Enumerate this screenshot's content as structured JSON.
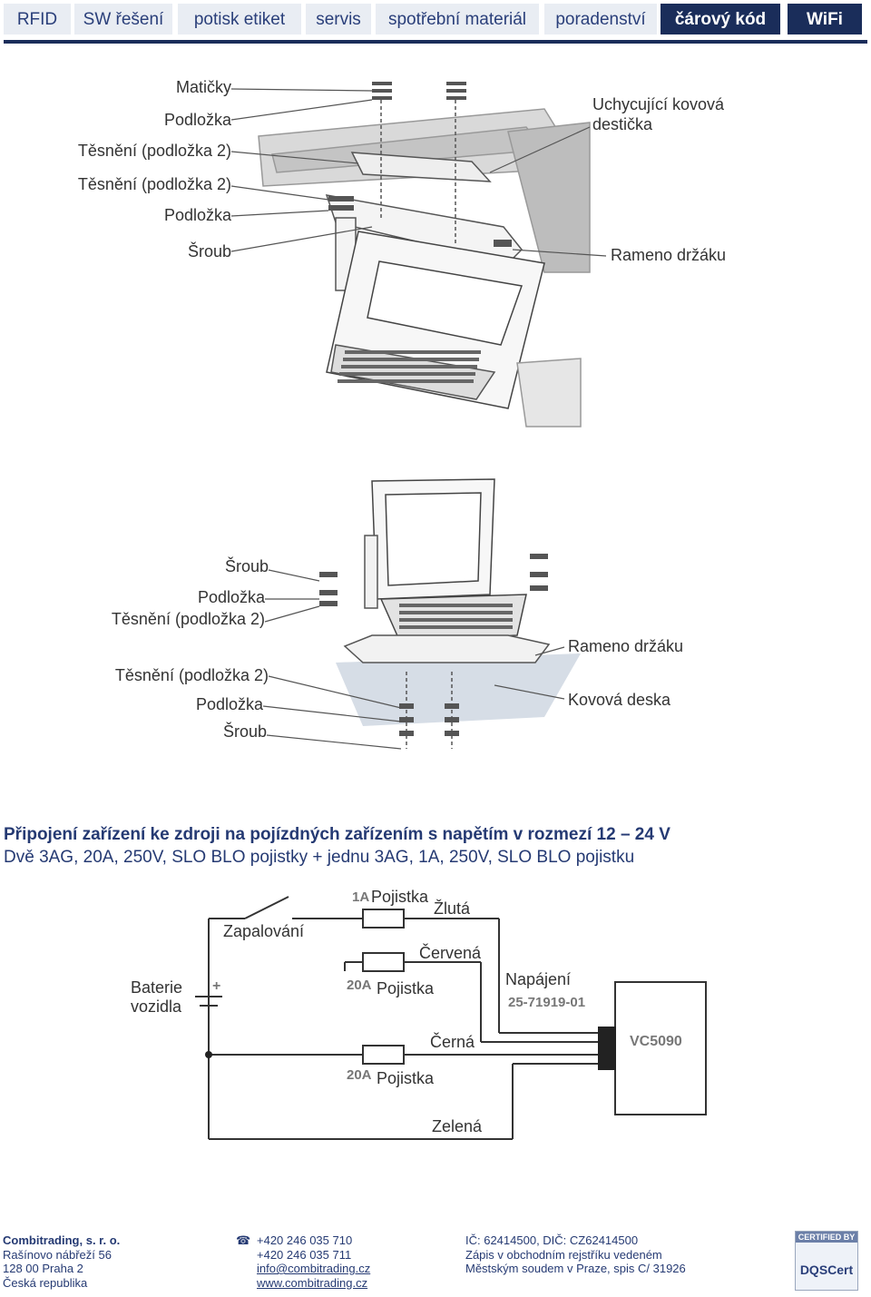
{
  "nav": {
    "tabs": [
      "RFID",
      "SW řešení",
      "potisk etiket",
      "servis",
      "spotřební materiál",
      "poradenství",
      "čárový kód",
      "WiFi"
    ],
    "active": "čárový kód"
  },
  "figure1": {
    "left_labels": [
      "Matičky",
      "Podložka",
      "Těsnění (podložka 2)",
      "Těsnění (podložka 2)",
      "Podložka",
      "Šroub"
    ],
    "right_labels": [
      "Uchycující kovová",
      "destička",
      "Rameno držáku"
    ]
  },
  "figure2": {
    "left_labels": [
      "Šroub",
      "Podložka",
      "Těsnění (podložka 2)",
      "Těsnění (podložka 2)",
      "Podložka",
      "Šroub"
    ],
    "right_labels": [
      "Rameno držáku",
      "Kovová deska"
    ]
  },
  "section": {
    "title": "Připojení zařízení ke zdroji na pojízdných zařízením s napětím v rozmezí 12 – 24 V",
    "subtitle": "Dvě 3AG, 20A, 250V, SLO BLO pojistky + jednu 3AG, 1A, 250V, SLO BLO pojistku"
  },
  "wiring": {
    "ignition": "Zapalování",
    "battery_line1": "Baterie",
    "battery_line2": "vozidla",
    "plus": "+",
    "fuse_1a_rating": "1A",
    "fuse_label": "Pojistka",
    "fuse_20a_rating": "20A",
    "wire_yellow": "Žlutá",
    "wire_red": "Červená",
    "wire_black": "Černá",
    "wire_green": "Zelená",
    "power_label": "Napájení",
    "cable_part": "25-71919-01",
    "device": "VC5090"
  },
  "footer": {
    "company": "Combitrading, s. r. o.",
    "street": "Rašínovo nábřeží 56",
    "city": "128 00  Praha 2",
    "country": "Česká republika",
    "phone1": "+420 246 035 710",
    "phone2": "+420 246 035 711",
    "email": "info@combitrading.cz",
    "web": "www.combitrading.cz",
    "ids": "IČ: 62414500, DIČ: CZ62414500",
    "registry1": "Zápis v obchodním rejstříku vedeném",
    "registry2": "Městským soudem v Praze, spis C/ 31926",
    "cert_top": "CERTIFIED BY",
    "cert_brand": "DQSCert"
  },
  "colors": {
    "brand_navy": "#1a2d5a",
    "tab_bg": "#e9edf3",
    "text_blue": "#253a73"
  }
}
